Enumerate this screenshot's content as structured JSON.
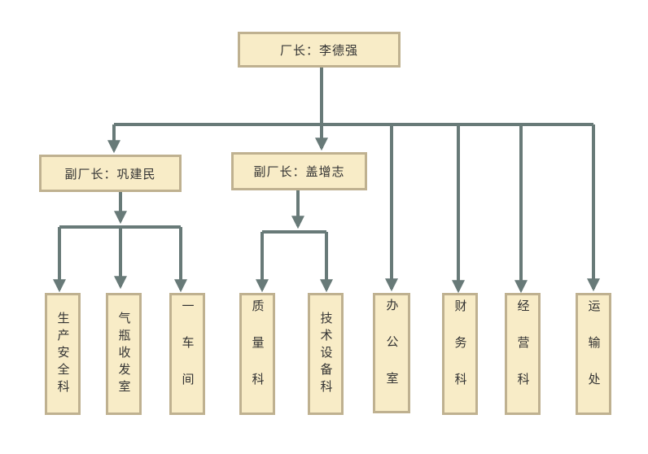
{
  "nodes": {
    "director": "厂长：李德强",
    "deputy_left": "副厂长：巩建民",
    "deputy_right": "副厂长：盖增志",
    "safety": "生产安全科",
    "gas": "气瓶收发室",
    "workshop": "一车间",
    "quality": "质量科",
    "tech": "技术设备科",
    "office": "办公室",
    "finance": "财务科",
    "operations": "经营科",
    "transport": "运输处"
  },
  "colors": {
    "box_fill": "#f8ecc7",
    "box_border": "#bfb190",
    "connector": "#687a78",
    "text": "#333333"
  }
}
